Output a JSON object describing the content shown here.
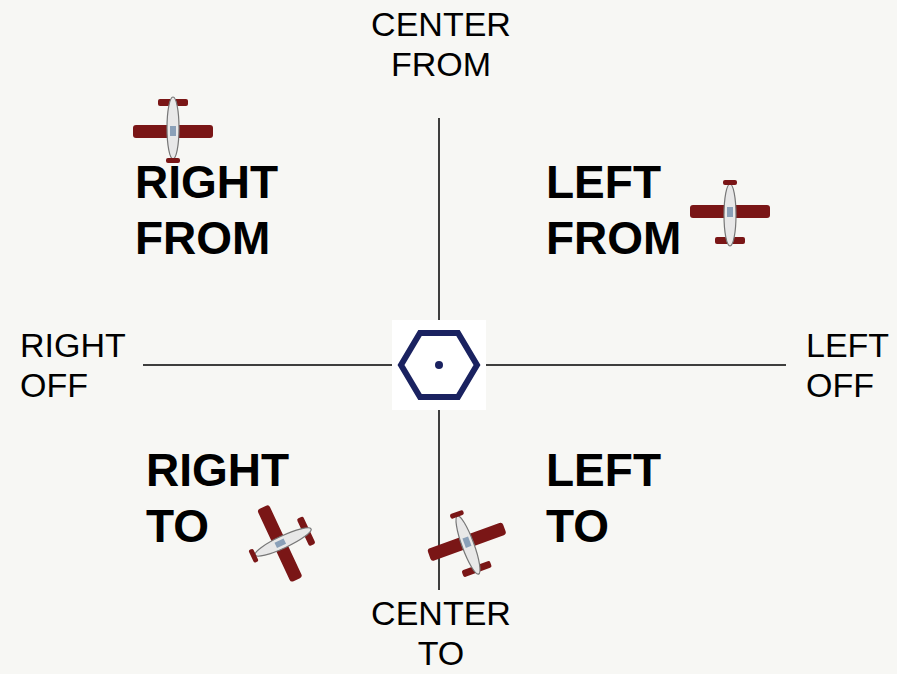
{
  "diagram": {
    "labels": [
      "CENTER FROM",
      "RIGHT FROM",
      "LEFT FROM",
      "RIGHT OFF",
      "LEFT OFF",
      "RIGHT TO",
      "LEFT TO",
      "CENTER TO"
    ]
  }
}
